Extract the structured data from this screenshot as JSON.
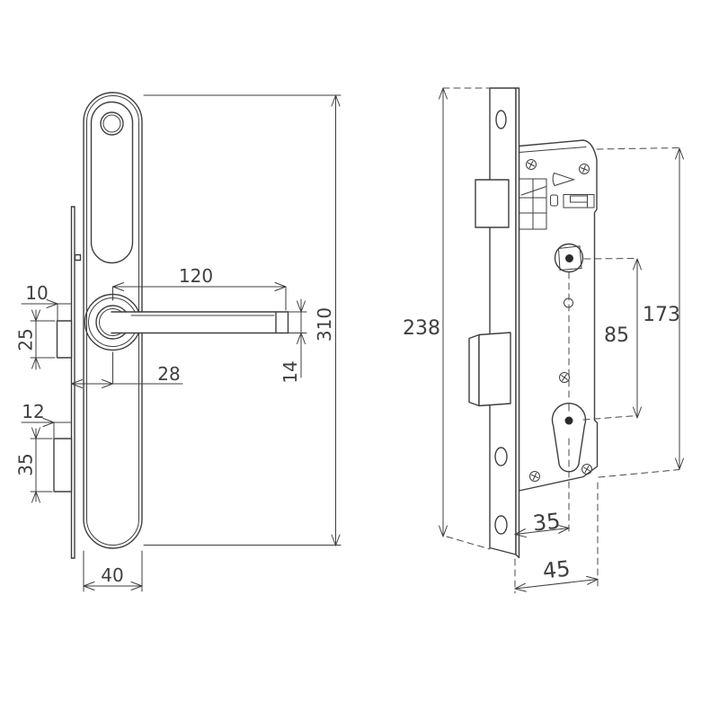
{
  "diagram": {
    "type": "technical-drawing",
    "subject": "door handle plate and mortise lock dimensions",
    "units_note": "mm",
    "left_view": {
      "name": "handle-escutcheon-front-view",
      "dims": {
        "lever_length": "120",
        "plate_to_boss1": "10",
        "boss1_height": "25",
        "edge_to_handle_center": "28",
        "plate_to_boss2": "12",
        "boss2_height": "35",
        "plate_width": "40",
        "plate_height": "310",
        "lever_thickness": "14"
      }
    },
    "right_view": {
      "name": "mortise-lock-side-view",
      "dims": {
        "faceplate_height": "238",
        "body_height": "173",
        "spindle_to_cylinder": "85",
        "backset": "35",
        "body_depth": "45"
      }
    }
  }
}
